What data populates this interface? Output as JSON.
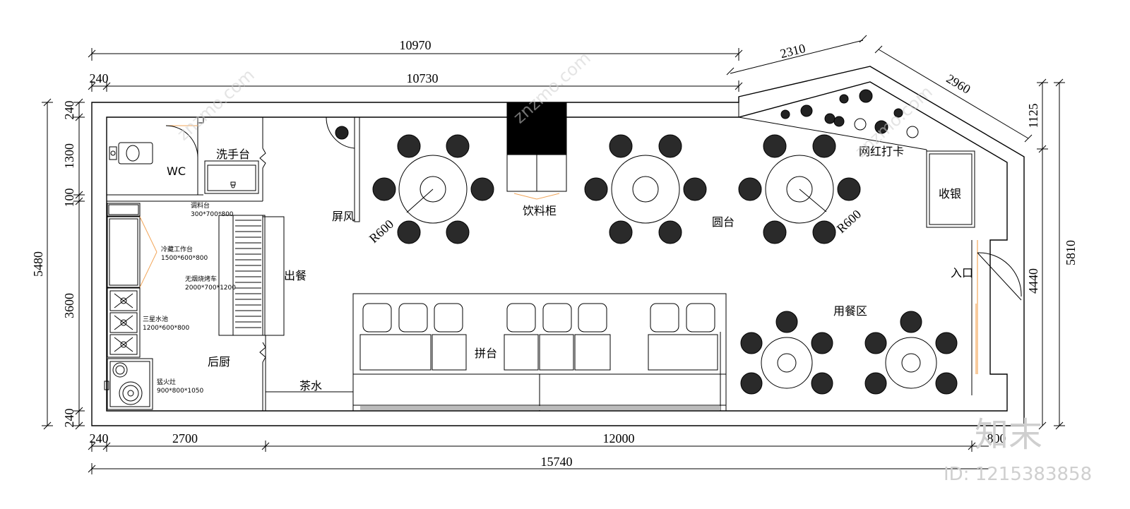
{
  "dimensions": {
    "top_total": "10970",
    "top_inner": "10730",
    "top_left_wall": "240",
    "angled_short": "2310",
    "angled_long": "2960",
    "right_top": "1125",
    "right_mid": "4440",
    "right_total": "5810",
    "left_total": "5480",
    "left_240_top": "240",
    "left_1300": "1300",
    "left_100": "100",
    "left_3600": "3600",
    "left_240_bottom": "240",
    "bottom_240": "240",
    "bottom_2700": "2700",
    "bottom_12000": "12000",
    "bottom_right": "800",
    "bottom_total": "15740",
    "radius_left": "R600",
    "radius_right": "R600"
  },
  "rooms": {
    "wc": "WC",
    "wash_basin": "洗手台",
    "seasoning_table": "调料台",
    "seasoning_size": "300*700*800",
    "fridge_bench": "冷藏工作台",
    "fridge_size": "1500*600*800",
    "grill_cart": "无烟烧烤车",
    "grill_size": "2000*700*1200",
    "sink": "三星水池",
    "sink_size": "1200*600*800",
    "stove": "猛火灶",
    "stove_size": "900*800*1050",
    "back_kitchen": "后厨",
    "serving": "出餐",
    "tea": "茶水",
    "screen": "屏风",
    "drink_cabinet": "饮料柜",
    "round_table": "圆台",
    "photo_spot": "网红打卡",
    "cashier": "收银",
    "entrance": "入口",
    "dining_area": "用餐区",
    "shared_table": "拼台"
  },
  "watermark": {
    "site": "znzmo.com",
    "brand_cn": "知末",
    "id": "ID: 1215383858"
  }
}
